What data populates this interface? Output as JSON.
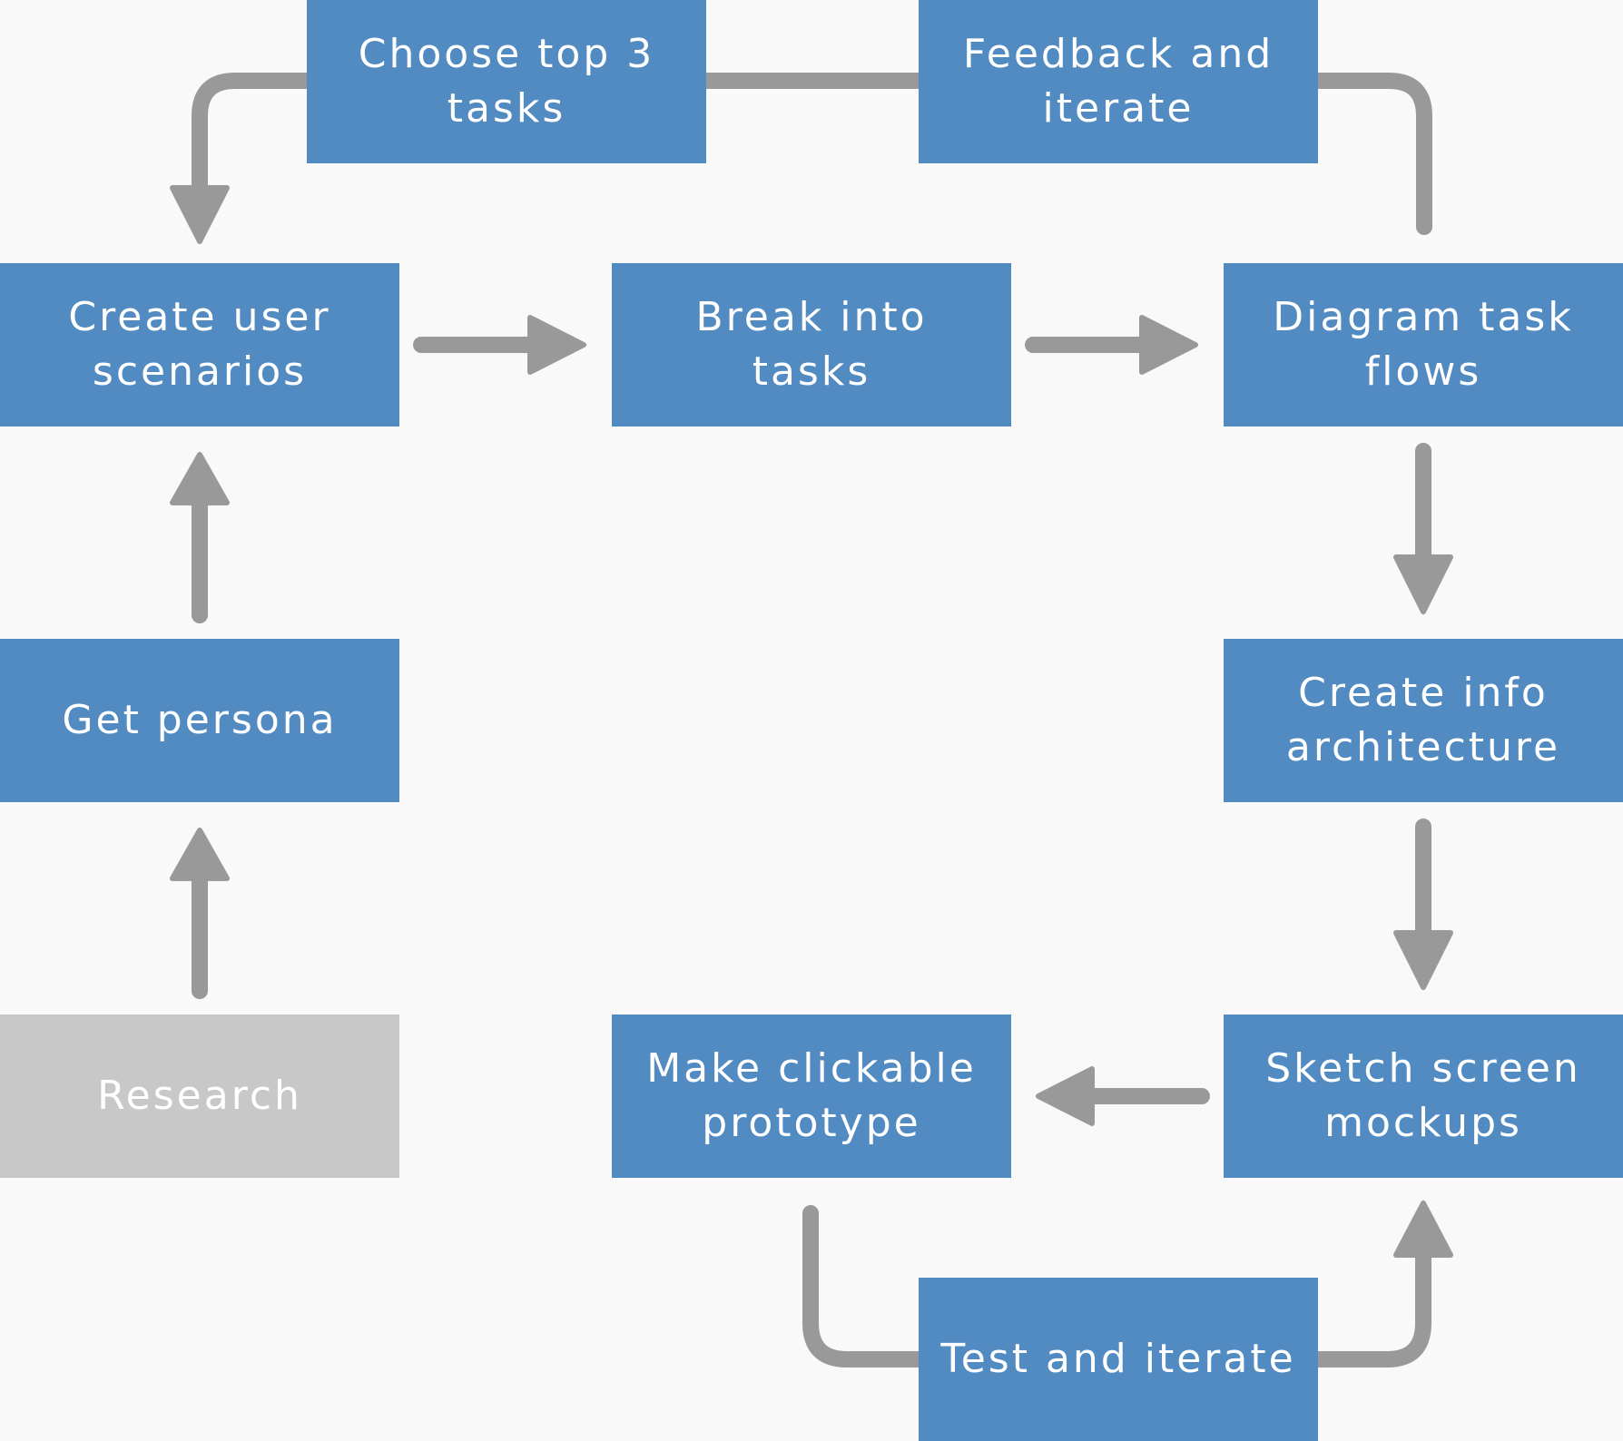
{
  "diagram": {
    "colors": {
      "background": "#f9f9f9",
      "box": "#528bc2",
      "box_muted": "#c8c8c8",
      "text": "#ffffff",
      "connector": "#999999"
    },
    "nodes": {
      "choose_top_3_tasks": "Choose top 3\ntasks",
      "feedback_and_iterate": "Feedback and\niterate",
      "create_user_scenarios": "Create user\nscenarios",
      "break_into_tasks": "Break into tasks",
      "diagram_task_flows": "Diagram task\nflows",
      "get_persona": "Get persona",
      "create_info_architecture": "Create info\narchitecture",
      "research": "Research",
      "make_clickable_prototype": "Make clickable\nprototype",
      "sketch_screen_mockups": "Sketch screen\nmockups",
      "test_and_iterate": "Test and iterate"
    },
    "edges": [
      {
        "from": "research",
        "to": "get_persona"
      },
      {
        "from": "get_persona",
        "to": "create_user_scenarios"
      },
      {
        "from": "create_user_scenarios",
        "to": "break_into_tasks"
      },
      {
        "from": "break_into_tasks",
        "to": "diagram_task_flows"
      },
      {
        "from": "diagram_task_flows",
        "to": "create_info_architecture"
      },
      {
        "from": "create_info_architecture",
        "to": "sketch_screen_mockups"
      },
      {
        "from": "sketch_screen_mockups",
        "to": "make_clickable_prototype"
      },
      {
        "from": "make_clickable_prototype",
        "to": "test_and_iterate"
      },
      {
        "from": "test_and_iterate",
        "to": "sketch_screen_mockups"
      },
      {
        "from": "diagram_task_flows",
        "to": "feedback_and_iterate"
      },
      {
        "from": "feedback_and_iterate",
        "to": "choose_top_3_tasks"
      },
      {
        "from": "choose_top_3_tasks",
        "to": "create_user_scenarios"
      }
    ]
  }
}
